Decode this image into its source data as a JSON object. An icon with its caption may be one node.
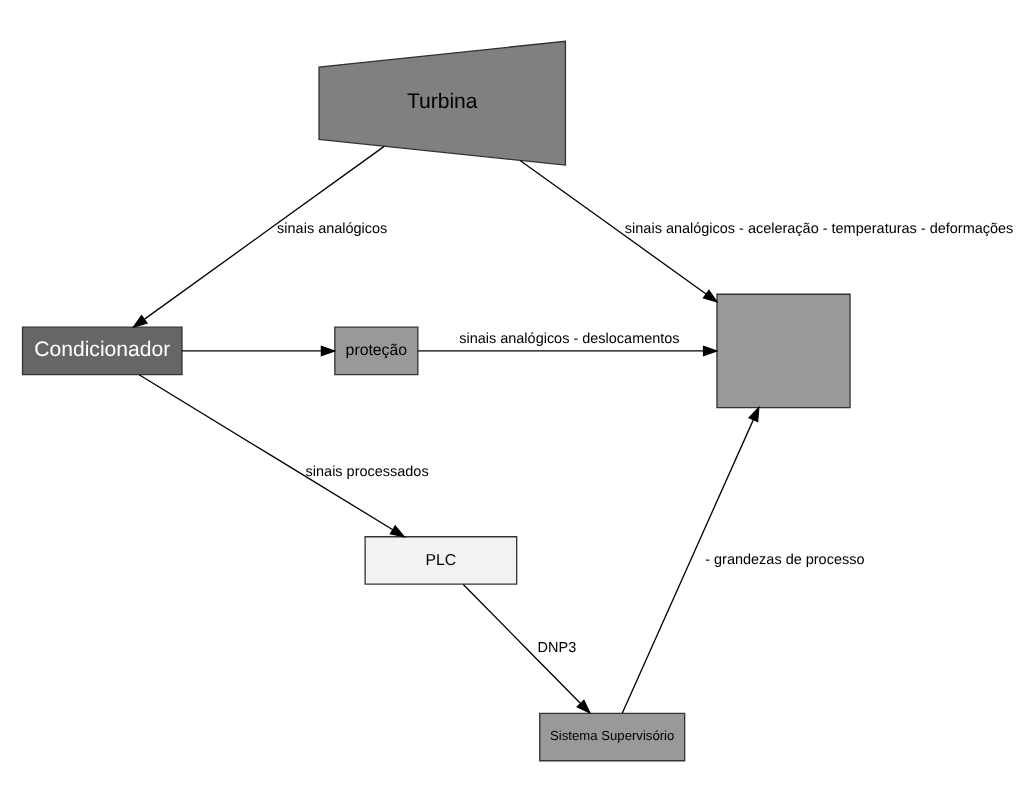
{
  "diagram": {
    "nodes": [
      {
        "text": [
          "Turbina"
        ]
      },
      {
        "text": [],
        "shape": "box"
      },
      {
        "text": [
          "proteção"
        ]
      },
      {
        "text": [
          "Condicionador"
        ]
      },
      {
        "text": [
          "PLC"
        ]
      },
      {
        "text": [
          "Sistema Supervisório"
        ]
      }
    ],
    "edges": [
      {
        "from": 0,
        "to": 1,
        "arrow": "to",
        "label": "sinais analógicos - aceleração - temperaturas - deformações"
      },
      {
        "from": 0,
        "to": 3,
        "arrow": "to",
        "label": "sinais analógicos"
      },
      {
        "from": 3,
        "to": 2,
        "arrow": "to"
      },
      {
        "from": 2,
        "to": 1,
        "arrow": "to",
        "label": "sinais analógicos - deslocamentos"
      },
      {
        "from": 3,
        "to": 4,
        "arrow": "to",
        "label": "sinais processados"
      },
      {
        "from": 4,
        "to": 5,
        "arrow": "to",
        "label": "DNP3"
      },
      {
        "from": 5,
        "to": 1,
        "arrow": "to",
        "label": "- grandezas de processo"
      }
    ]
  }
}
